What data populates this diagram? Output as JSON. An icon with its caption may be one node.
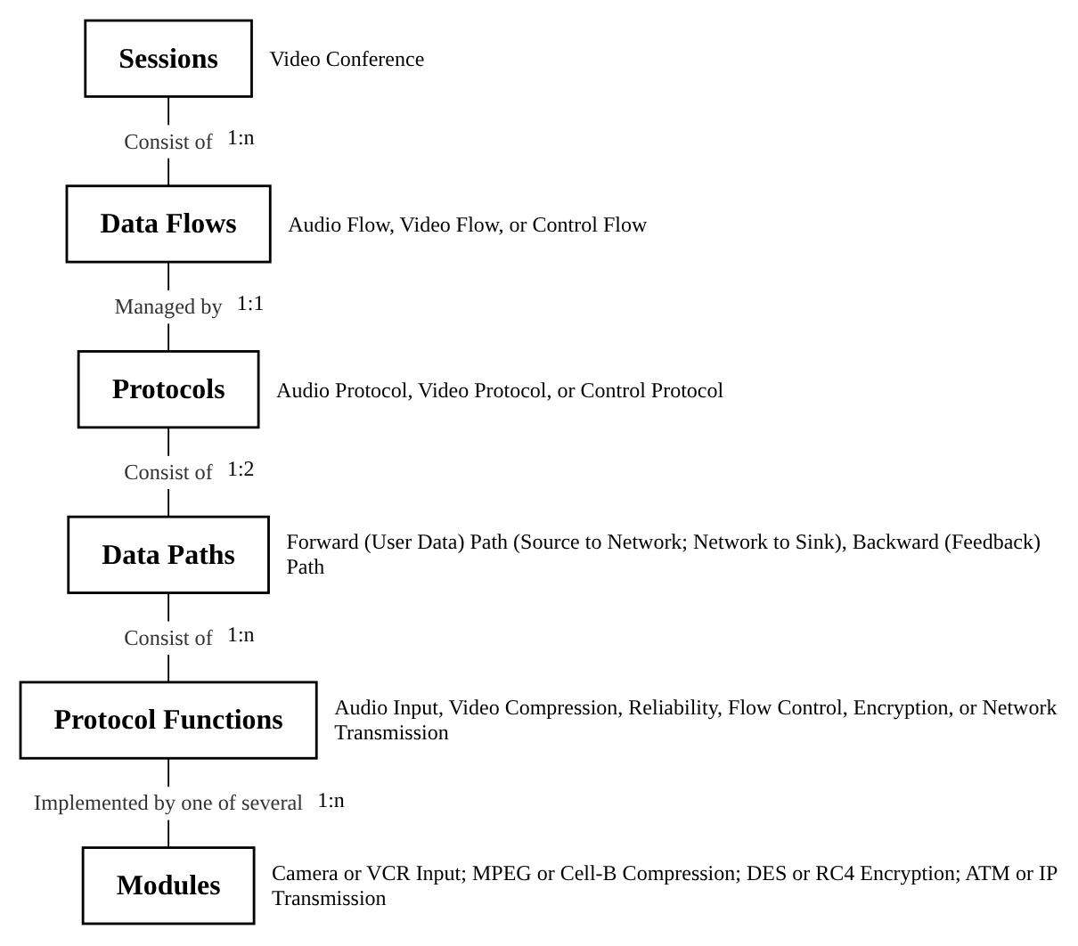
{
  "diagram": {
    "nodes": [
      {
        "text": [
          "Sessions"
        ],
        "beside": [
          "Video Conference"
        ]
      },
      {
        "text": [
          "Data Flows"
        ],
        "beside": [
          "Audio Flow, Video Flow, or Control Flow"
        ]
      },
      {
        "text": [
          "Protocols"
        ],
        "beside": [
          "Audio Protocol, Video Protocol, or Control Protocol"
        ]
      },
      {
        "text": [
          "Data Paths"
        ],
        "beside": [
          "Forward (User Data) Path (Source to Network; Network to Sink), Backward (Feedback) Path"
        ]
      },
      {
        "text": [
          "Protocol Functions"
        ],
        "beside": [
          "Audio Input, Video Compression, Reliability, Flow Control, Encryption, or Network Transmission"
        ]
      },
      {
        "text": [
          "Modules"
        ],
        "beside": [
          "Camera or VCR Input; MPEG or Cell-B Compression; DES or RC4 Encryption; ATM or IP Transmission"
        ]
      }
    ],
    "edges": [
      {
        "from": 0,
        "to": 1,
        "arrow": "none",
        "label": "Consist of"
      },
      {
        "from": 1,
        "to": 2,
        "arrow": "none",
        "label": "Managed by"
      },
      {
        "from": 2,
        "to": 3,
        "arrow": "none",
        "label": "Consist of"
      },
      {
        "from": 3,
        "to": 4,
        "arrow": "none",
        "label": "Consist of"
      },
      {
        "from": 4,
        "to": 5,
        "arrow": "none",
        "label": "Implemented by one of several"
      }
    ],
    "labels": [
      "1:n",
      "1:1",
      "1:2",
      "1:n",
      "1:n"
    ]
  }
}
